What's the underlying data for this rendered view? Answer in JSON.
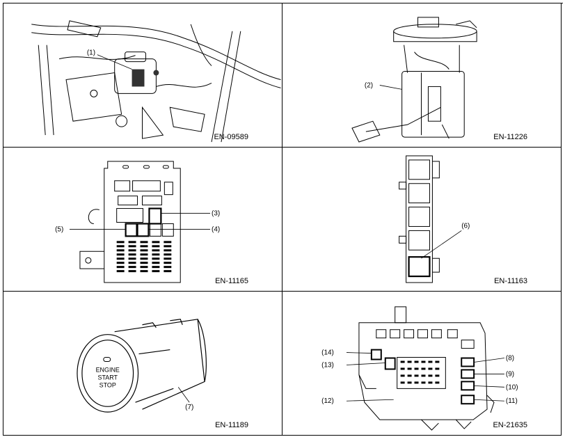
{
  "panels": [
    {
      "code": "EN-09589",
      "callouts": [
        "(1)"
      ]
    },
    {
      "code": "EN-11226",
      "callouts": [
        "(2)"
      ]
    },
    {
      "code": "EN-11165",
      "callouts": [
        "(3)",
        "(4)",
        "(5)"
      ]
    },
    {
      "code": "EN-11163",
      "callouts": [
        "(6)"
      ]
    },
    {
      "code": "EN-11189",
      "callouts": [
        "(7)"
      ],
      "button_text": [
        "ENGINE",
        "START",
        "STOP"
      ]
    },
    {
      "code": "EN-21635",
      "callouts": [
        "(8)",
        "(9)",
        "(10)",
        "(11)",
        "(12)",
        "(13)",
        "(14)"
      ]
    }
  ]
}
